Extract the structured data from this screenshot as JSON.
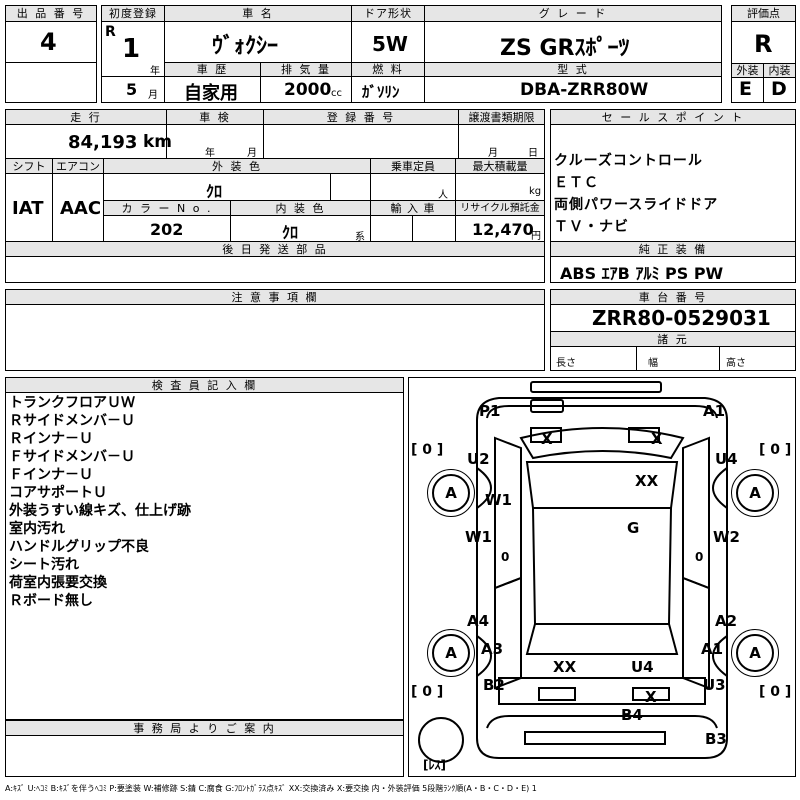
{
  "headers": {
    "lot_no": "出 品 番 号",
    "first_reg": "初度登録",
    "car_name": "車  名",
    "door": "ドア形状",
    "grade": "グ レ ー ド",
    "score": "評価点",
    "history": "車 歴",
    "displacement": "排 気 量",
    "fuel": "燃 料",
    "model": "型 式",
    "exterior": "外装",
    "interior": "内装",
    "mileage": "走 行",
    "inspection": "車 検",
    "reg_no": "登 録 番 号",
    "transfer": "譲渡書類期限",
    "sales_point": "セ ー ル ス ポ イ ン ト",
    "shift": "シフト",
    "aircon": "エアコン",
    "ext_color": "外 装 色",
    "capacity": "乗車定員",
    "max_load": "最大積載量",
    "color_no": "カ ラ ー N o .",
    "int_color": "内 装 色",
    "import": "輸 入 車",
    "recycle": "リサイクル預託金",
    "later_parts": "後 日 発 送 部 品",
    "genuine": "純 正 装 備",
    "caution": "注 意 事 項 欄",
    "chassis": "車 台 番 号",
    "specs": "諸 元",
    "inspector": "検 査 員 記 入 欄",
    "office": "事 務 局 よ り ご 案 内"
  },
  "values": {
    "lot_no": "4",
    "era": "R",
    "year": "1",
    "year_unit": "年",
    "month": "5",
    "month_unit": "月",
    "car_name": "ｳﾞｫｸｼｰ",
    "door": "5W",
    "grade": "ZS GRｽﾎﾟｰﾂ",
    "score": "R",
    "history": "自家用",
    "displacement": "2000",
    "displacement_unit": "cc",
    "fuel": "ｶﾞｿﾘﾝ",
    "model": "DBA-ZRR80W",
    "exterior": "E",
    "interior": "D",
    "mileage": "84,193",
    "mileage_unit": "km",
    "insp_year_unit": "年",
    "insp_month_unit": "月",
    "transfer_month_unit": "月",
    "transfer_day_unit": "日",
    "shift": "IAT",
    "aircon": "AAC",
    "ext_color": "ｸﾛ",
    "capacity_unit": "人",
    "max_load_unit": "kg",
    "color_no": "202",
    "int_color": "ｸﾛ",
    "int_color_unit": "系",
    "recycle": "12,470",
    "recycle_unit": "円",
    "chassis": "ZRR80-0529031",
    "length_label": "長さ",
    "width_label": "幅",
    "height_label": "高さ"
  },
  "sales_points": [
    "クルーズコントロール",
    "ＥＴＣ",
    "両側パワースライドドア",
    "ＴＶ・ナビ"
  ],
  "genuine": "ABS ｴｱB ｱﾙﾐ PS PW",
  "inspector_notes": [
    "トランクフロアＵＷ",
    "Ｒサイドメンバ－Ｕ",
    "Ｒインナ－Ｕ",
    "Ｆサイドメンバ－Ｕ",
    "Ｆインナ－Ｕ",
    "コアサポートＵ",
    "外装うすい線キズ、仕上げ跡",
    "室内汚れ",
    "ハンドルグリップ不良",
    "シート汚れ",
    "荷室内張要交換",
    "Ｒボード無し"
  ],
  "diagram": {
    "P1": "P1",
    "A1_top": "A1",
    "X1": "X",
    "X2": "X",
    "U2": "U2",
    "U4": "U4",
    "XX_top": "XX",
    "W1_a": "W1",
    "G": "G",
    "W1_b": "W1",
    "W2": "W2",
    "zero_l": "0",
    "zero_r": "0",
    "A4": "A4",
    "A2": "A2",
    "A3": "A3",
    "A1_bot": "A1",
    "XX_bot": "XX",
    "U4_bot": "U4",
    "B2": "B2",
    "U3": "U3",
    "X3": "X",
    "B4": "B4",
    "B3": "B3",
    "wheel": "A",
    "bracket_l1": "[ 0 ]",
    "bracket_r1": "[ 0 ]",
    "bracket_l2": "[ 0 ]",
    "bracket_r2": "[ 0 ]",
    "spare": "[ﾚｽ]"
  },
  "legend": "A:ｷｽﾞ U:ﾍｺﾐ B:ｷｽﾞを伴うﾍｺﾐ P:要塗装 W:補修跡 S:錆 C:腐食 G:ﾌﾛﾝﾄｶﾞﾗｽ点ｷｽﾞ XX:交換済み X:要交換  内・外装評価  5段階ﾗﾝｸ順(A・B・C・D・E) 1"
}
